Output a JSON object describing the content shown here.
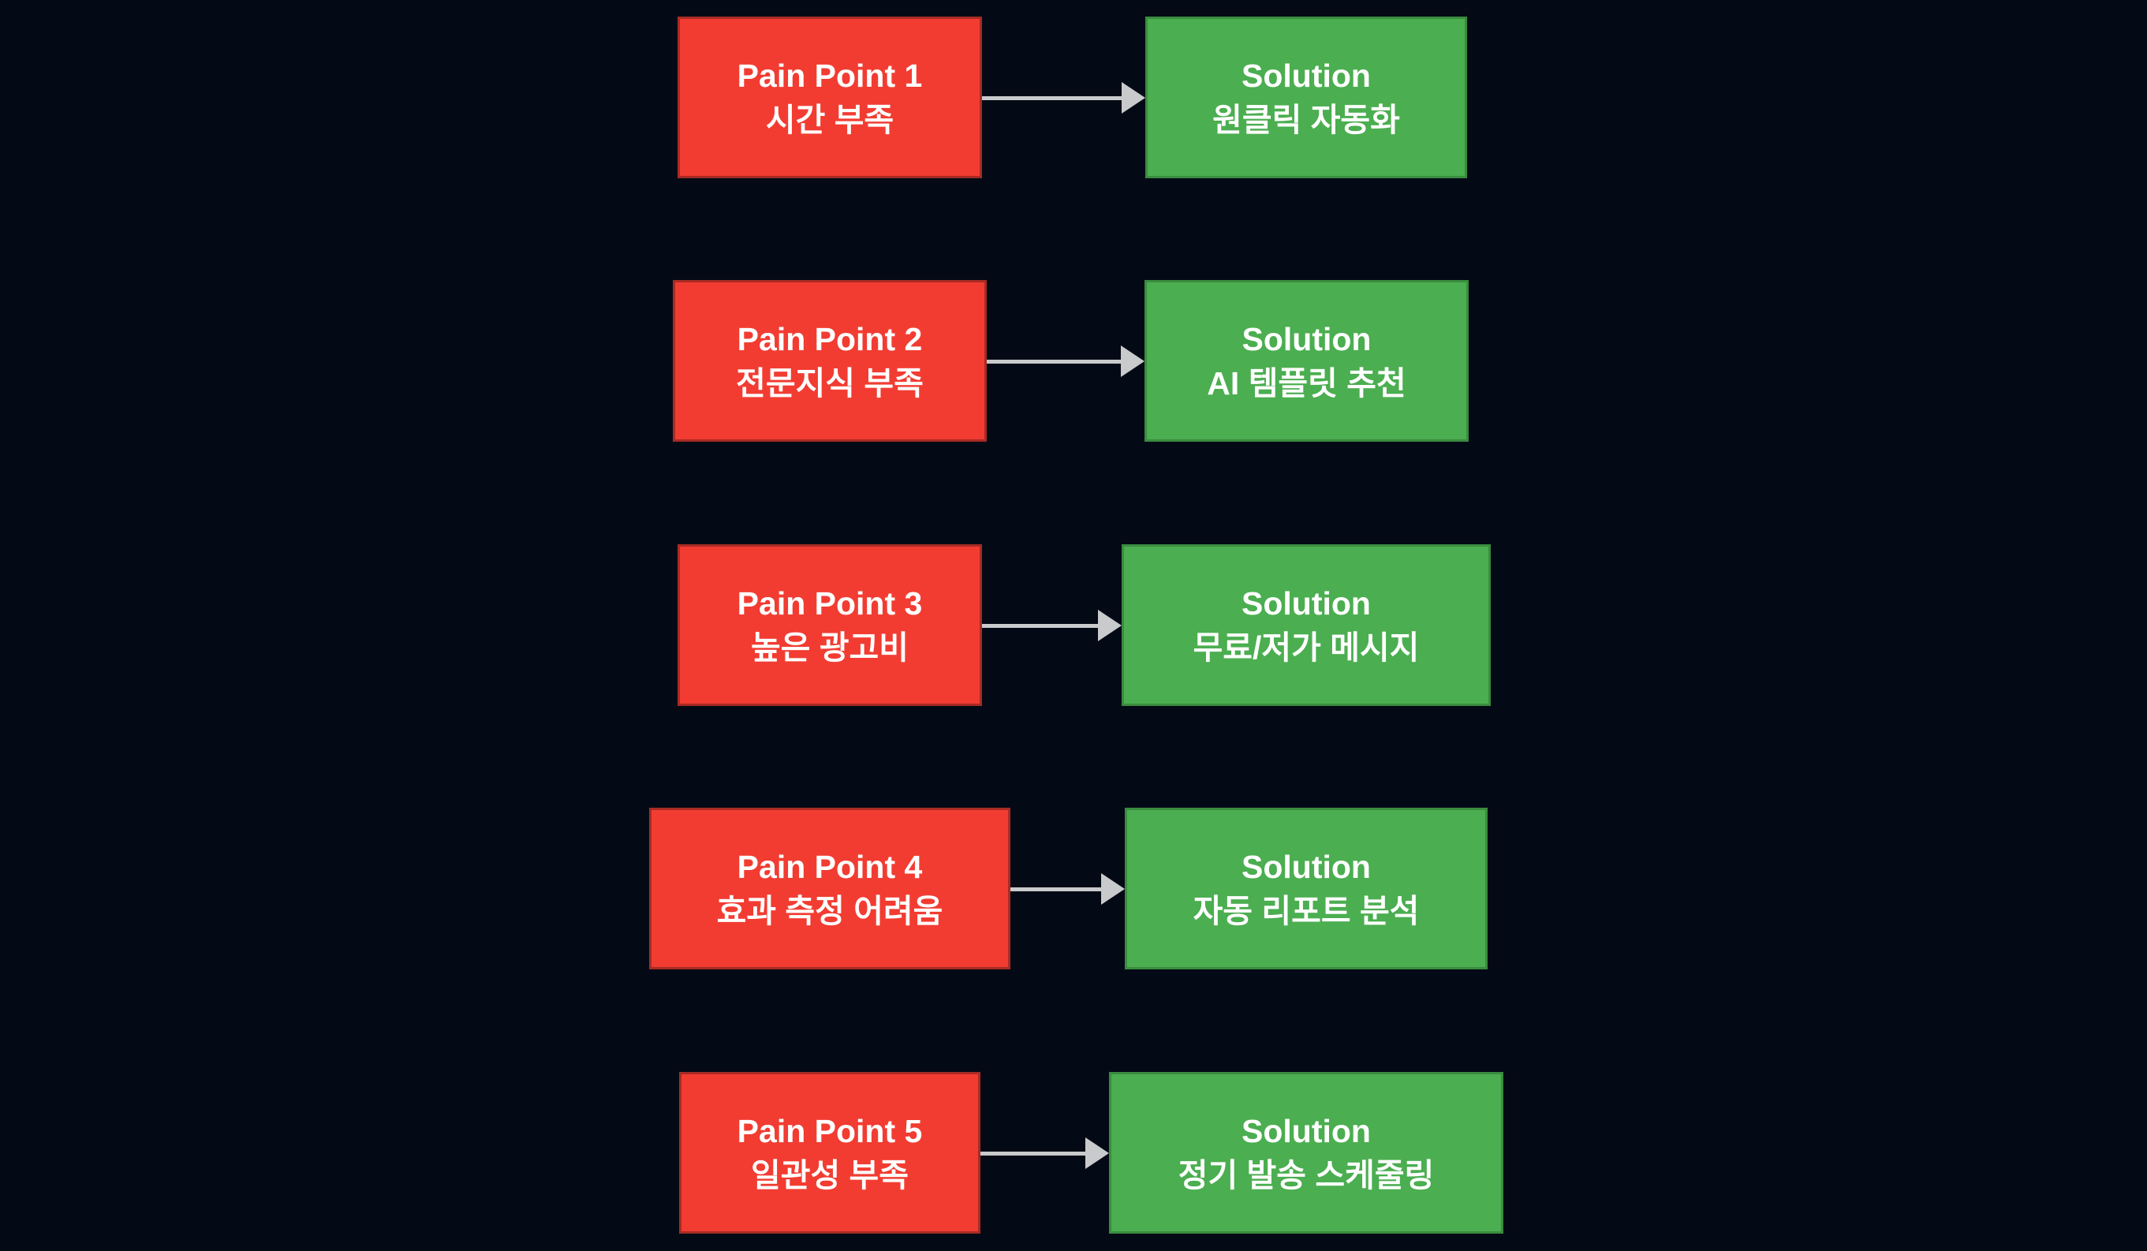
{
  "background_color": "#040a15",
  "colors": {
    "pain_fill": "#f23c32",
    "pain_border": "#a82b24",
    "solution_fill": "#4bae50",
    "solution_border": "#3a8c3f",
    "arrow": "#c9cacc",
    "text": "#ffffff"
  },
  "rows": [
    {
      "pain_title": "Pain Point 1",
      "pain_subtitle": "시간 부족",
      "solution_title": "Solution",
      "solution_subtitle": "원클릭 자동화"
    },
    {
      "pain_title": "Pain Point 2",
      "pain_subtitle": "전문지식 부족",
      "solution_title": "Solution",
      "solution_subtitle": "AI 템플릿 추천"
    },
    {
      "pain_title": "Pain Point 3",
      "pain_subtitle": "높은 광고비",
      "solution_title": "Solution",
      "solution_subtitle": "무료/저가 메시지"
    },
    {
      "pain_title": "Pain Point 4",
      "pain_subtitle": "효과 측정 어려움",
      "solution_title": "Solution",
      "solution_subtitle": "자동 리포트 분석"
    },
    {
      "pain_title": "Pain Point 5",
      "pain_subtitle": "일관성 부족",
      "solution_title": "Solution",
      "solution_subtitle": "정기 발송 스케줄링"
    }
  ]
}
